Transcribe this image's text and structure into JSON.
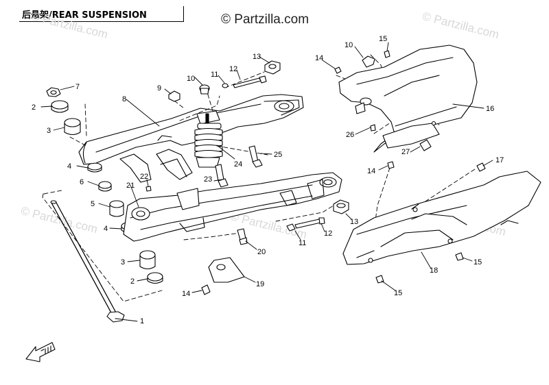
{
  "title": "后悬架/REAR SUSPENSION",
  "watermark": "© Partzilla.com",
  "callouts": {
    "c1": "1",
    "c2": "2",
    "c3": "3",
    "c4": "4",
    "c5": "5",
    "c6": "6",
    "c7": "7",
    "c8": "8",
    "c9": "9",
    "c10": "10",
    "c11": "11",
    "c12": "12",
    "c13": "13",
    "c14": "14",
    "c15": "15",
    "c16": "16",
    "c17": "17",
    "c18": "18",
    "c19": "19",
    "c20": "20",
    "c21": "21",
    "c22": "22",
    "c23": "23",
    "c24": "24",
    "c25": "25",
    "c26": "26",
    "c27": "27"
  }
}
